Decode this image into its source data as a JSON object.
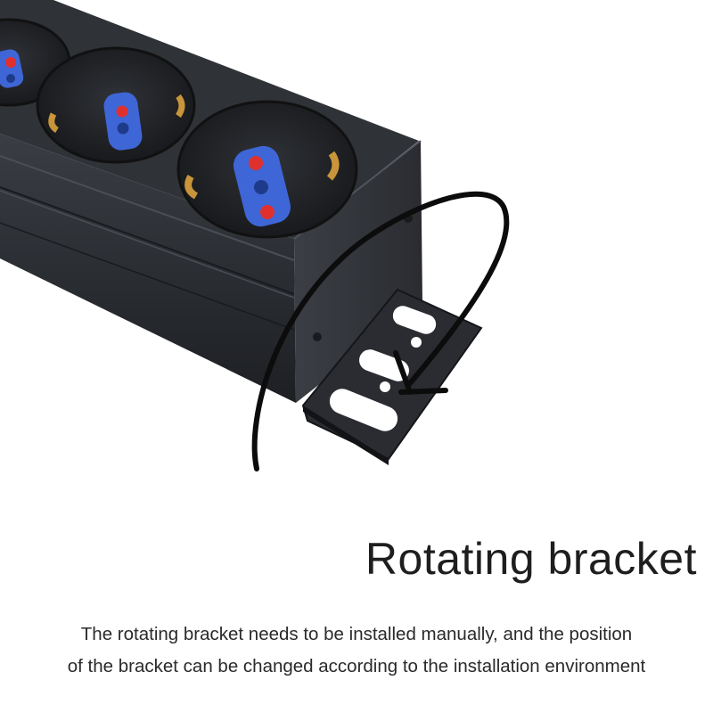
{
  "headline": "Rotating bracket",
  "description": {
    "line1": "The rotating bracket needs to be installed manually, and the position",
    "line2": "of the bracket can be changed according to the installation environment"
  },
  "icons": [
    "rotation-arrow-icon",
    "mounting-bracket",
    "power-socket"
  ],
  "colors": {
    "housing": "#2d3036",
    "socket_insert": "#3f66d6",
    "socket_pin": "#e0302e",
    "earth_clip": "#c8953a",
    "text": "#1e1e1e"
  }
}
